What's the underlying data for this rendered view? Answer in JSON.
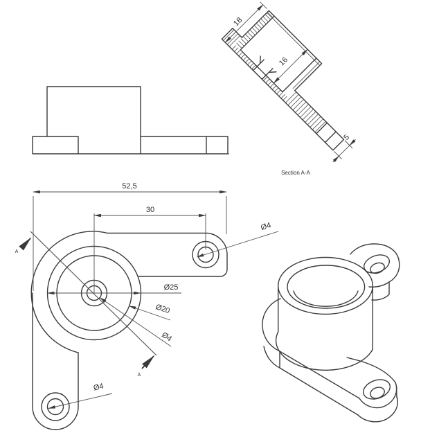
{
  "drawing": {
    "background_color": "#ffffff",
    "outline_color": "#3a3a3a",
    "dimension_line_color": "#4f4f4f",
    "text_color": "#2e2e2e",
    "section_view": {
      "label": "Section A-A",
      "dim_total_height": "18",
      "dim_bore_depth": "16",
      "dim_plate_thickness": "5"
    },
    "plan_view": {
      "dim_overall_width": "52,5",
      "dim_hole_spacing": "30",
      "dim_boss_outer_dia": "Ø25",
      "dim_boss_inner_dia": "Ø20",
      "dim_center_hole_dia": "Ø4",
      "dim_right_lug_hole_dia": "Ø4",
      "dim_bottom_lug_hole_dia": "Ø4",
      "section_marker_top": "A",
      "section_marker_bottom": "A"
    }
  }
}
